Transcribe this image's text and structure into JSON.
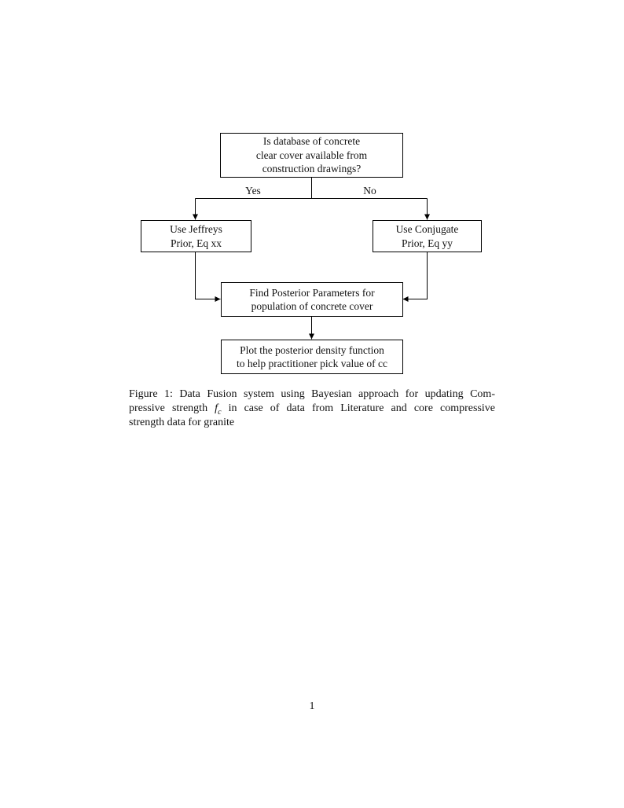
{
  "flowchart": {
    "nodes": {
      "decision": "Is database of concrete\nclear cover available from\nconstruction drawings?",
      "jeffreys": "Use Jeffreys\nPrior, Eq xx",
      "conjugate": "Use Conjugate\nPrior, Eq yy",
      "posterior": "Find Posterior Parameters for\npopulation of concrete cover",
      "plot": "Plot the posterior density function\nto help practitioner pick value of cc"
    },
    "edge_labels": {
      "yes": "Yes",
      "no": "No"
    },
    "line_color": "#000000"
  },
  "caption": {
    "line1": "Figure 1: Data Fusion system using Bayesian approach for updating Com-",
    "line2_prefix": "pressive strength",
    "math_symbol": "f",
    "math_subscript": "c",
    "line2_suffix": "in case of data from Literature and core compressive",
    "line3": "strength data for granite"
  },
  "page": {
    "number": "1"
  }
}
